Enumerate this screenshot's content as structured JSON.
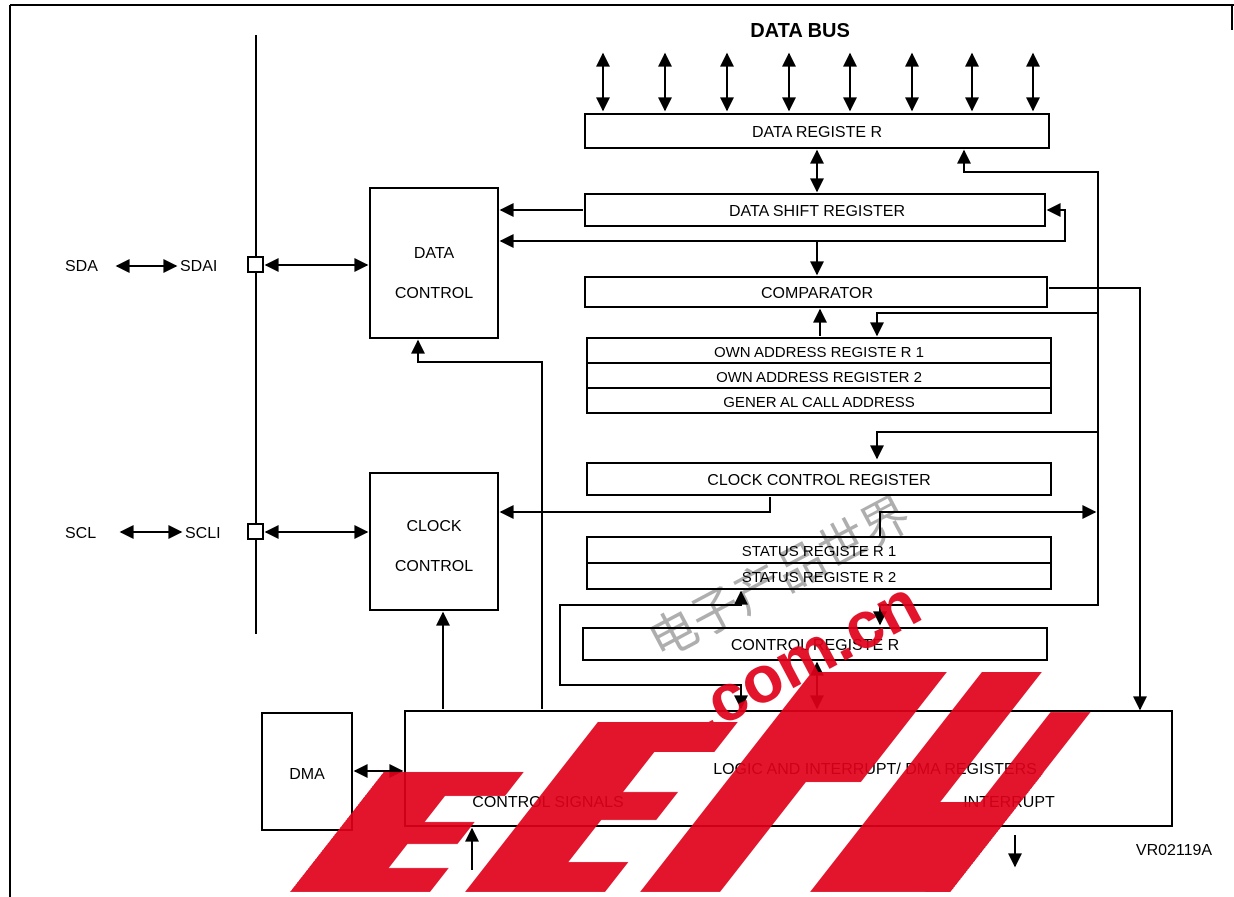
{
  "diagram": {
    "title": "DATA BUS",
    "figure_id": "VR02119A",
    "pins": {
      "sda": "SDA",
      "sdai": "SDAI",
      "scl": "SCL",
      "scli": "SCLI"
    },
    "blocks": {
      "data_register": "DATA REGISTE R",
      "data_shift_register": "DATA SHIFT REGISTER",
      "data_control_1": "DATA",
      "data_control_2": "CONTROL",
      "comparator": "COMPARATOR",
      "own_address_1": "OWN ADDRESS REGISTE R 1",
      "own_address_2": "OWN ADDRESS REGISTER 2",
      "general_call": "GENER AL CALL ADDRESS",
      "clock_control_register": "CLOCK CONTROL REGISTER",
      "clock_control_1": "CLOCK",
      "clock_control_2": "CONTROL",
      "status_register_1": "STATUS REGISTE R 1",
      "status_register_2": "STATUS REGISTE R 2",
      "control_register": "CONTROL REGISTE R",
      "dma": "DMA",
      "logic": "LOGIC AND INTERRUPT/ DMA REGISTERS",
      "control_signals": "CONTROL SIGNALS",
      "interrupt": "INTERRUPT"
    },
    "watermark": {
      "brand": "EEPW",
      "domain": ".com.cn",
      "chinese": "电子产品世界"
    }
  }
}
